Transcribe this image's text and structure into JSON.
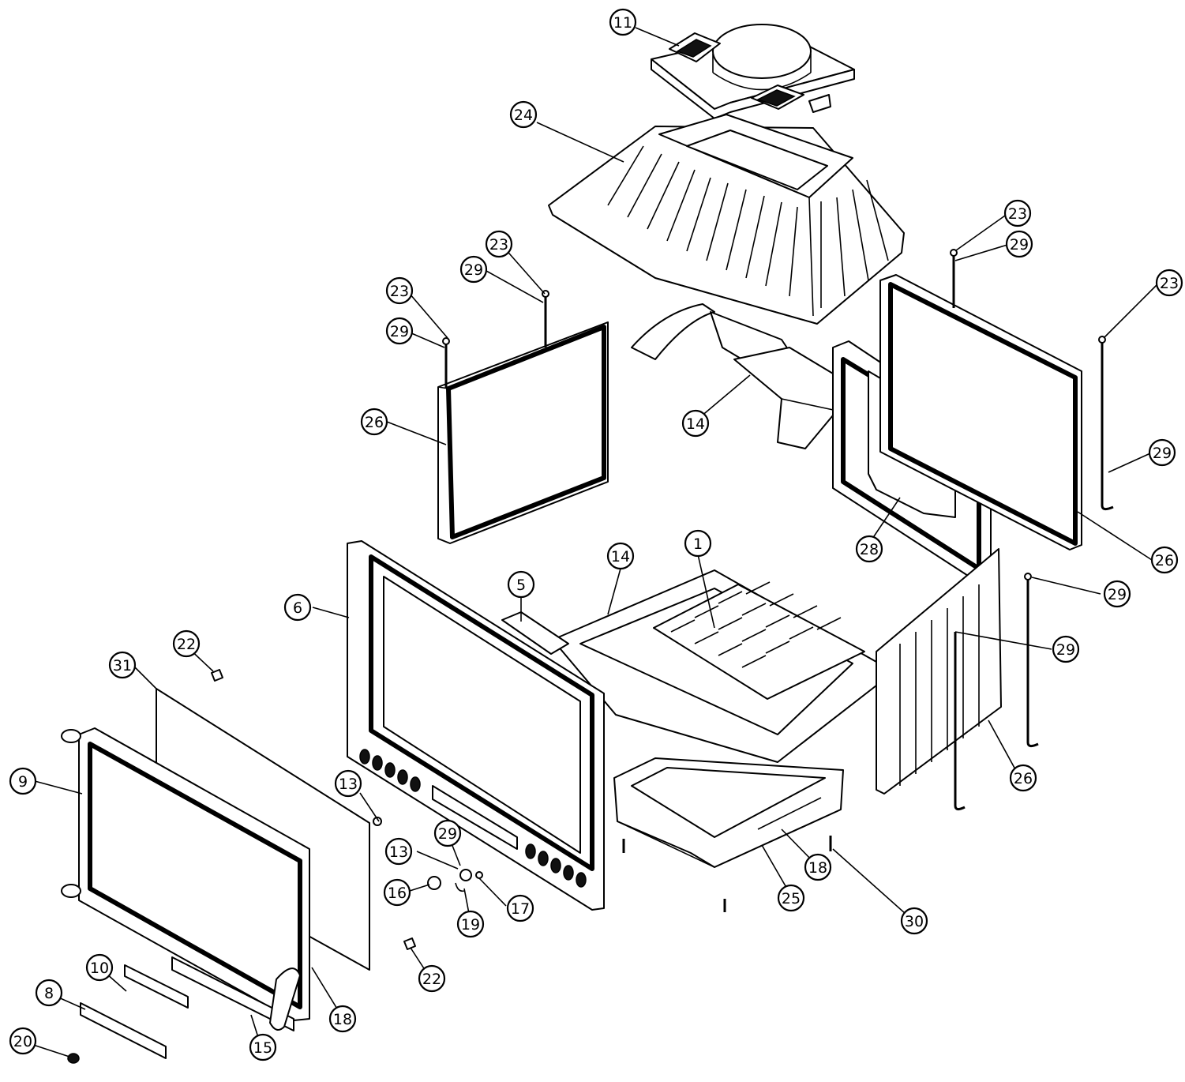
{
  "diagram": {
    "callouts": [
      {
        "id": "c11a",
        "label": "11"
      },
      {
        "id": "c24",
        "label": "24"
      },
      {
        "id": "c23a",
        "label": "23"
      },
      {
        "id": "c29a",
        "label": "29"
      },
      {
        "id": "c23b",
        "label": "23"
      },
      {
        "id": "c29b",
        "label": "29"
      },
      {
        "id": "c23c",
        "label": "23"
      },
      {
        "id": "c29c",
        "label": "29"
      },
      {
        "id": "c23d",
        "label": "23"
      },
      {
        "id": "c29d",
        "label": "29"
      },
      {
        "id": "c26a",
        "label": "26"
      },
      {
        "id": "c14a",
        "label": "14"
      },
      {
        "id": "c28",
        "label": "28"
      },
      {
        "id": "c26b",
        "label": "26"
      },
      {
        "id": "c1",
        "label": "1"
      },
      {
        "id": "c14b",
        "label": "14"
      },
      {
        "id": "c5",
        "label": "5"
      },
      {
        "id": "c6",
        "label": "6"
      },
      {
        "id": "c29e",
        "label": "29"
      },
      {
        "id": "c29f",
        "label": "29"
      },
      {
        "id": "c22a",
        "label": "22"
      },
      {
        "id": "c31",
        "label": "31"
      },
      {
        "id": "c9",
        "label": "9"
      },
      {
        "id": "c13a",
        "label": "13"
      },
      {
        "id": "c29g",
        "label": "29"
      },
      {
        "id": "c13b",
        "label": "13"
      },
      {
        "id": "c16",
        "label": "16"
      },
      {
        "id": "c17",
        "label": "17"
      },
      {
        "id": "c19",
        "label": "19"
      },
      {
        "id": "c26c",
        "label": "26"
      },
      {
        "id": "c18a",
        "label": "18"
      },
      {
        "id": "c25",
        "label": "25"
      },
      {
        "id": "c30",
        "label": "30"
      },
      {
        "id": "c22b",
        "label": "22"
      },
      {
        "id": "c10",
        "label": "10"
      },
      {
        "id": "c8",
        "label": "8"
      },
      {
        "id": "c18b",
        "label": "18"
      },
      {
        "id": "c15",
        "label": "15"
      },
      {
        "id": "c20",
        "label": "20"
      }
    ]
  }
}
